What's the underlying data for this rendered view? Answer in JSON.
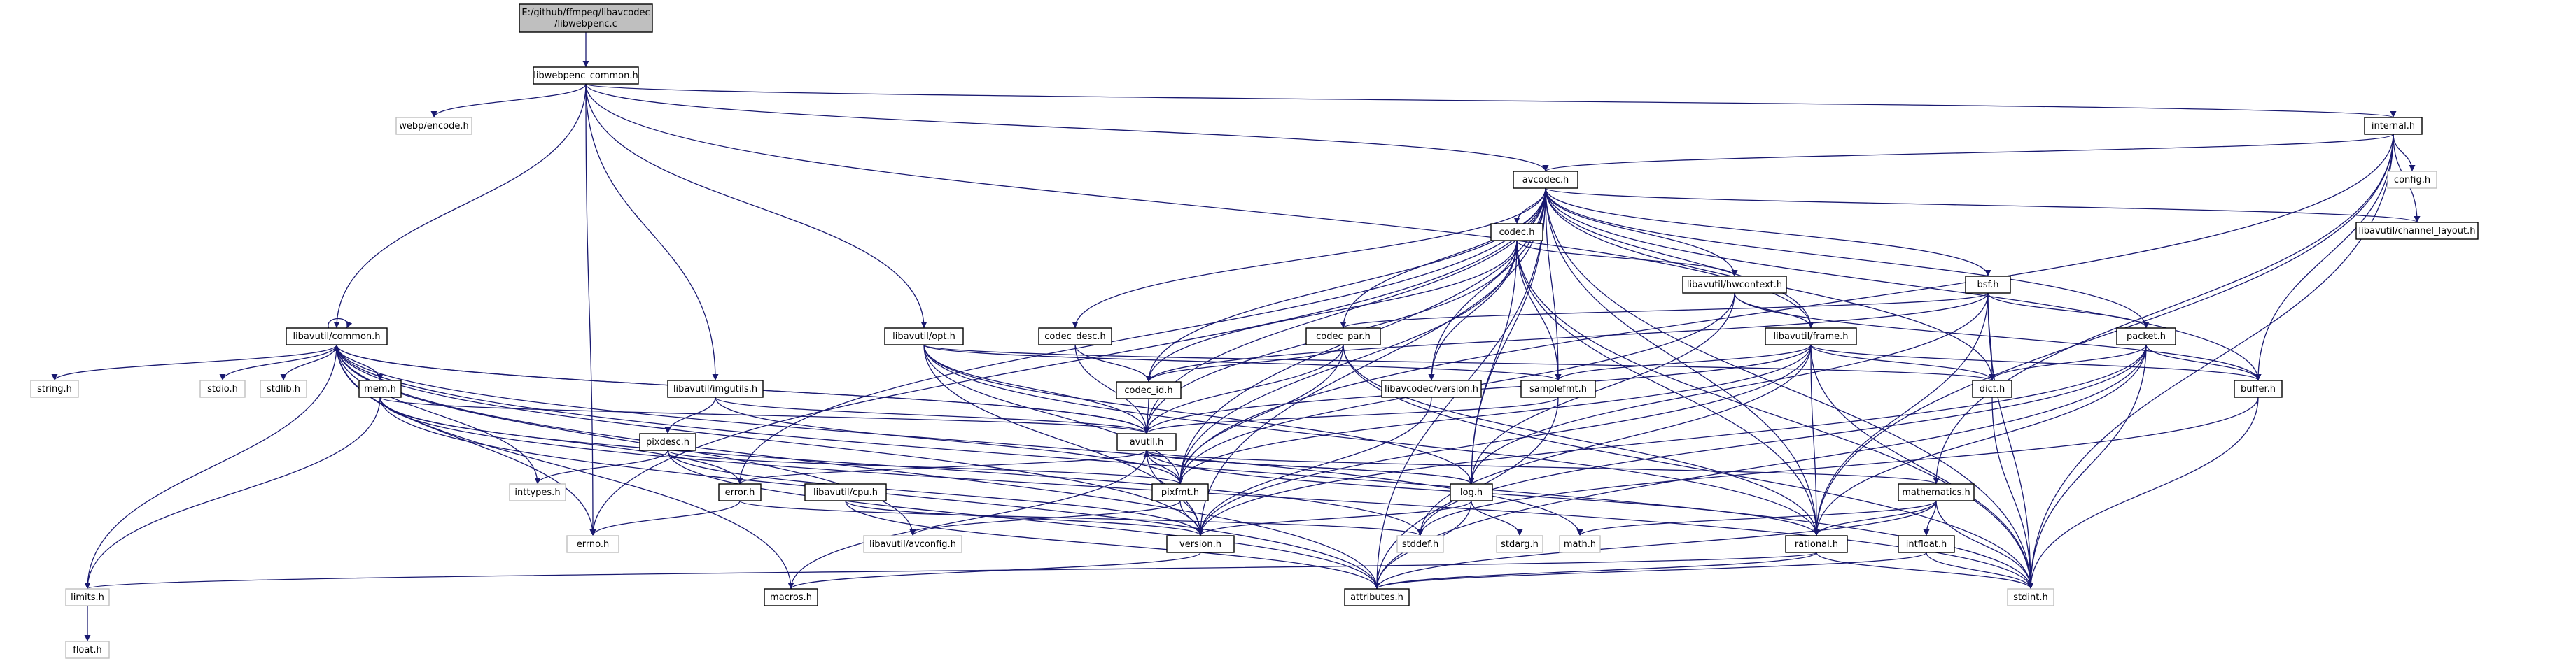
{
  "graph": {
    "root_label_lines": [
      "E:/github/ffmpeg/libavcodec",
      "/libwebpenc.c"
    ],
    "nodes": [
      {
        "id": "libwebpenc_common",
        "label": "libwebpenc_common.h",
        "kind": "normal"
      },
      {
        "id": "webp_encode",
        "label": "webp/encode.h",
        "kind": "ghost"
      },
      {
        "id": "internal",
        "label": "internal.h",
        "kind": "normal"
      },
      {
        "id": "config",
        "label": "config.h",
        "kind": "ghost"
      },
      {
        "id": "avcodec",
        "label": "avcodec.h",
        "kind": "normal"
      },
      {
        "id": "channel_layout",
        "label": "libavutil/channel_layout.h",
        "kind": "normal"
      },
      {
        "id": "codec",
        "label": "codec.h",
        "kind": "normal"
      },
      {
        "id": "hwcontext",
        "label": "libavutil/hwcontext.h",
        "kind": "normal"
      },
      {
        "id": "bsf",
        "label": "bsf.h",
        "kind": "normal"
      },
      {
        "id": "common",
        "label": "libavutil/common.h",
        "kind": "normal"
      },
      {
        "id": "opt",
        "label": "libavutil/opt.h",
        "kind": "normal"
      },
      {
        "id": "codec_desc",
        "label": "codec_desc.h",
        "kind": "normal"
      },
      {
        "id": "codec_par",
        "label": "codec_par.h",
        "kind": "normal"
      },
      {
        "id": "frame",
        "label": "libavutil/frame.h",
        "kind": "normal"
      },
      {
        "id": "packet",
        "label": "packet.h",
        "kind": "normal"
      },
      {
        "id": "string",
        "label": "string.h",
        "kind": "ghost"
      },
      {
        "id": "stdio",
        "label": "stdio.h",
        "kind": "ghost"
      },
      {
        "id": "stdlib",
        "label": "stdlib.h",
        "kind": "ghost"
      },
      {
        "id": "mem",
        "label": "mem.h",
        "kind": "normal"
      },
      {
        "id": "imgutils",
        "label": "libavutil/imgutils.h",
        "kind": "normal"
      },
      {
        "id": "codec_id",
        "label": "codec_id.h",
        "kind": "normal"
      },
      {
        "id": "lavc_version",
        "label": "libavcodec/version.h",
        "kind": "normal"
      },
      {
        "id": "samplefmt",
        "label": "samplefmt.h",
        "kind": "normal"
      },
      {
        "id": "dict",
        "label": "dict.h",
        "kind": "normal"
      },
      {
        "id": "buffer",
        "label": "buffer.h",
        "kind": "normal"
      },
      {
        "id": "pixdesc",
        "label": "pixdesc.h",
        "kind": "normal"
      },
      {
        "id": "avutil",
        "label": "avutil.h",
        "kind": "normal"
      },
      {
        "id": "inttypes",
        "label": "inttypes.h",
        "kind": "ghost"
      },
      {
        "id": "error",
        "label": "error.h",
        "kind": "normal"
      },
      {
        "id": "cpu",
        "label": "libavutil/cpu.h",
        "kind": "normal"
      },
      {
        "id": "pixfmt",
        "label": "pixfmt.h",
        "kind": "normal"
      },
      {
        "id": "log",
        "label": "log.h",
        "kind": "normal"
      },
      {
        "id": "mathematics",
        "label": "mathematics.h",
        "kind": "normal"
      },
      {
        "id": "errno",
        "label": "errno.h",
        "kind": "ghost"
      },
      {
        "id": "avconfig",
        "label": "libavutil/avconfig.h",
        "kind": "ghost"
      },
      {
        "id": "version",
        "label": "version.h",
        "kind": "normal"
      },
      {
        "id": "stddef",
        "label": "stddef.h",
        "kind": "ghost"
      },
      {
        "id": "stdarg",
        "label": "stdarg.h",
        "kind": "ghost"
      },
      {
        "id": "math",
        "label": "math.h",
        "kind": "ghost"
      },
      {
        "id": "rational",
        "label": "rational.h",
        "kind": "normal"
      },
      {
        "id": "intfloat",
        "label": "intfloat.h",
        "kind": "normal"
      },
      {
        "id": "limits",
        "label": "limits.h",
        "kind": "ghost"
      },
      {
        "id": "macros",
        "label": "macros.h",
        "kind": "normal"
      },
      {
        "id": "attributes",
        "label": "attributes.h",
        "kind": "normal"
      },
      {
        "id": "stdint",
        "label": "stdint.h",
        "kind": "ghost"
      },
      {
        "id": "float",
        "label": "float.h",
        "kind": "ghost"
      }
    ],
    "edges": [
      [
        "root",
        "libwebpenc_common"
      ],
      [
        "libwebpenc_common",
        "webp_encode"
      ],
      [
        "libwebpenc_common",
        "internal"
      ],
      [
        "libwebpenc_common",
        "avcodec"
      ],
      [
        "libwebpenc_common",
        "common"
      ],
      [
        "libwebpenc_common",
        "opt"
      ],
      [
        "libwebpenc_common",
        "imgutils"
      ],
      [
        "libwebpenc_common",
        "frame"
      ],
      [
        "libwebpenc_common",
        "errno"
      ],
      [
        "internal",
        "config"
      ],
      [
        "internal",
        "channel_layout"
      ],
      [
        "internal",
        "avcodec"
      ],
      [
        "internal",
        "buffer"
      ],
      [
        "internal",
        "pixfmt"
      ],
      [
        "internal",
        "mathematics"
      ],
      [
        "internal",
        "stdint"
      ],
      [
        "internal",
        "rational"
      ],
      [
        "avcodec",
        "codec"
      ],
      [
        "avcodec",
        "hwcontext"
      ],
      [
        "avcodec",
        "bsf"
      ],
      [
        "avcodec",
        "codec_desc"
      ],
      [
        "avcodec",
        "codec_par"
      ],
      [
        "avcodec",
        "frame"
      ],
      [
        "avcodec",
        "packet"
      ],
      [
        "avcodec",
        "channel_layout"
      ],
      [
        "avcodec",
        "codec_id"
      ],
      [
        "avcodec",
        "lavc_version"
      ],
      [
        "avcodec",
        "samplefmt"
      ],
      [
        "avcodec",
        "dict"
      ],
      [
        "avcodec",
        "buffer"
      ],
      [
        "avcodec",
        "avutil"
      ],
      [
        "avcodec",
        "log"
      ],
      [
        "avcodec",
        "pixfmt"
      ],
      [
        "avcodec",
        "rational"
      ],
      [
        "avcodec",
        "attributes"
      ],
      [
        "avcodec",
        "error"
      ],
      [
        "avcodec",
        "version"
      ],
      [
        "avcodec",
        "stdint"
      ],
      [
        "avcodec",
        "errno"
      ],
      [
        "codec",
        "hwcontext"
      ],
      [
        "codec",
        "codec_id"
      ],
      [
        "codec",
        "lavc_version"
      ],
      [
        "codec",
        "samplefmt"
      ],
      [
        "codec",
        "avutil"
      ],
      [
        "codec",
        "log"
      ],
      [
        "codec",
        "pixfmt"
      ],
      [
        "codec",
        "rational"
      ],
      [
        "codec",
        "stdint"
      ],
      [
        "hwcontext",
        "frame"
      ],
      [
        "hwcontext",
        "buffer"
      ],
      [
        "hwcontext",
        "log"
      ],
      [
        "hwcontext",
        "pixfmt"
      ],
      [
        "bsf",
        "codec_par"
      ],
      [
        "bsf",
        "packet"
      ],
      [
        "bsf",
        "codec_id"
      ],
      [
        "bsf",
        "dict"
      ],
      [
        "bsf",
        "rational"
      ],
      [
        "bsf",
        "log"
      ],
      [
        "bsf",
        "stdint"
      ],
      [
        "common",
        "common"
      ],
      [
        "common",
        "string"
      ],
      [
        "common",
        "stdio"
      ],
      [
        "common",
        "stdlib"
      ],
      [
        "common",
        "mem"
      ],
      [
        "common",
        "inttypes"
      ],
      [
        "common",
        "limits"
      ],
      [
        "common",
        "math"
      ],
      [
        "common",
        "errno"
      ],
      [
        "common",
        "attributes"
      ],
      [
        "common",
        "macros"
      ],
      [
        "common",
        "version"
      ],
      [
        "common",
        "avconfig"
      ],
      [
        "common",
        "stdint"
      ],
      [
        "common",
        "avutil"
      ],
      [
        "mem",
        "limits"
      ],
      [
        "mem",
        "attributes"
      ],
      [
        "mem",
        "avutil"
      ],
      [
        "mem",
        "error"
      ],
      [
        "mem",
        "stdint"
      ],
      [
        "mem",
        "stddef"
      ],
      [
        "opt",
        "rational"
      ],
      [
        "opt",
        "avutil"
      ],
      [
        "opt",
        "dict"
      ],
      [
        "opt",
        "log"
      ],
      [
        "opt",
        "pixfmt"
      ],
      [
        "opt",
        "samplefmt"
      ],
      [
        "opt",
        "version"
      ],
      [
        "imgutils",
        "pixdesc"
      ],
      [
        "imgutils",
        "avutil"
      ],
      [
        "imgutils",
        "pixfmt"
      ],
      [
        "pixdesc",
        "inttypes"
      ],
      [
        "pixdesc",
        "attributes"
      ],
      [
        "pixdesc",
        "pixfmt"
      ],
      [
        "pixdesc",
        "version"
      ],
      [
        "codec_desc",
        "codec_id"
      ],
      [
        "codec_desc",
        "avutil"
      ],
      [
        "codec_par",
        "codec_id"
      ],
      [
        "codec_par",
        "avutil"
      ],
      [
        "codec_par",
        "pixfmt"
      ],
      [
        "codec_par",
        "rational"
      ],
      [
        "codec_par",
        "stdint"
      ],
      [
        "codec_id",
        "avutil"
      ],
      [
        "frame",
        "avutil"
      ],
      [
        "frame",
        "buffer"
      ],
      [
        "frame",
        "dict"
      ],
      [
        "frame",
        "rational"
      ],
      [
        "frame",
        "samplefmt"
      ],
      [
        "frame",
        "pixfmt"
      ],
      [
        "frame",
        "version"
      ],
      [
        "frame",
        "stddef"
      ],
      [
        "frame",
        "stdint"
      ],
      [
        "packet",
        "buffer"
      ],
      [
        "packet",
        "attributes"
      ],
      [
        "packet",
        "dict"
      ],
      [
        "packet",
        "rational"
      ],
      [
        "packet",
        "version"
      ],
      [
        "packet",
        "stddef"
      ],
      [
        "packet",
        "stdint"
      ],
      [
        "lavc_version",
        "version"
      ],
      [
        "samplefmt",
        "avutil"
      ],
      [
        "samplefmt",
        "attributes"
      ],
      [
        "dict",
        "stdint"
      ],
      [
        "buffer",
        "stdint"
      ],
      [
        "buffer",
        "stddef"
      ],
      [
        "avutil",
        "common"
      ],
      [
        "avutil",
        "error"
      ],
      [
        "avutil",
        "rational"
      ],
      [
        "avutil",
        "version"
      ],
      [
        "avutil",
        "macros"
      ],
      [
        "avutil",
        "mathematics"
      ],
      [
        "avutil",
        "log"
      ],
      [
        "avutil",
        "pixfmt"
      ],
      [
        "error",
        "errno"
      ],
      [
        "error",
        "stddef"
      ],
      [
        "cpu",
        "attributes"
      ],
      [
        "cpu",
        "version"
      ],
      [
        "pixfmt",
        "avconfig"
      ],
      [
        "pixfmt",
        "version"
      ],
      [
        "log",
        "avutil"
      ],
      [
        "log",
        "attributes"
      ],
      [
        "log",
        "version"
      ],
      [
        "log",
        "stdarg"
      ],
      [
        "mathematics",
        "stdint"
      ],
      [
        "mathematics",
        "math"
      ],
      [
        "mathematics",
        "attributes"
      ],
      [
        "mathematics",
        "rational"
      ],
      [
        "mathematics",
        "intfloat"
      ],
      [
        "version",
        "macros"
      ],
      [
        "rational",
        "stdint"
      ],
      [
        "rational",
        "limits"
      ],
      [
        "rational",
        "attributes"
      ],
      [
        "intfloat",
        "stdint"
      ],
      [
        "intfloat",
        "attributes"
      ],
      [
        "limits",
        "float"
      ]
    ]
  }
}
